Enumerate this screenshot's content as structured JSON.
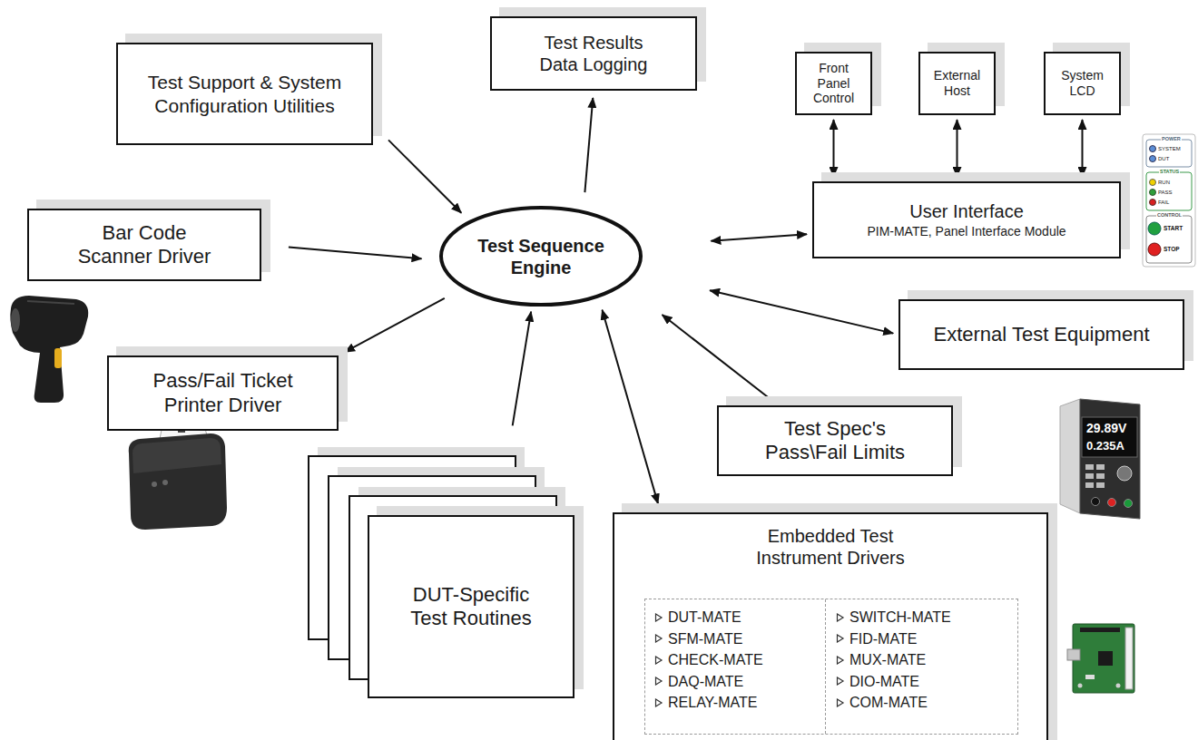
{
  "diagram": {
    "nodes": [
      {
        "text": [
          "Test Support & System Configuration Utilities"
        ]
      },
      {
        "text": [
          "Test Results Data Logging"
        ]
      },
      {
        "text": [
          "Front Panel Control"
        ]
      },
      {
        "text": [
          "External Host"
        ]
      },
      {
        "text": [
          "System LCD"
        ]
      },
      {
        "text": [
          "Test Sequence Engine"
        ]
      },
      {
        "text": [
          "Bar Code Scanner Driver"
        ]
      },
      {
        "text": [
          "User Interface",
          "PIM-MATE, Panel Interface Module"
        ]
      },
      {
        "text": [
          "External Test Equipment"
        ]
      },
      {
        "text": [
          "Pass/Fail Ticket Printer Driver"
        ]
      },
      {
        "text": [
          "Test Spec's Pass\\Fail Limits"
        ]
      },
      {
        "text": [
          "DUT-Specific Test Routines"
        ]
      },
      {
        "text": [
          "Embedded Test Instrument Drivers",
          "DUT-MATE",
          "SFM-MATE",
          "CHECK-MATE",
          "DAQ-MATE",
          "RELAY-MATE",
          "SWITCH-MATE",
          "FID-MATE",
          "MUX-MATE",
          "DIO-MATE",
          "COM-MATE"
        ]
      }
    ],
    "edges": [
      {
        "from": 0,
        "to": 5,
        "arrow": "to"
      },
      {
        "from": 5,
        "to": 1,
        "arrow": "to"
      },
      {
        "from": 2,
        "to": 7,
        "arrow": "both"
      },
      {
        "from": 3,
        "to": 7,
        "arrow": "both"
      },
      {
        "from": 4,
        "to": 7,
        "arrow": "both"
      },
      {
        "from": 5,
        "to": 7,
        "arrow": "both"
      },
      {
        "from": 6,
        "to": 5,
        "arrow": "to"
      },
      {
        "from": 5,
        "to": 9,
        "arrow": "to"
      },
      {
        "from": 5,
        "to": 8,
        "arrow": "both"
      },
      {
        "from": 10,
        "to": 5,
        "arrow": "to"
      },
      {
        "from": 5,
        "to": 12,
        "arrow": "both"
      },
      {
        "from": 11,
        "to": 5,
        "arrow": "to"
      }
    ],
    "labels": [
      "POWER",
      "SYSTEM",
      "DUT",
      "STATUS",
      "RUN",
      "PASS",
      "FAIL",
      "CONTROL",
      "START",
      "STOP",
      "29.89V",
      "0.235A"
    ]
  }
}
